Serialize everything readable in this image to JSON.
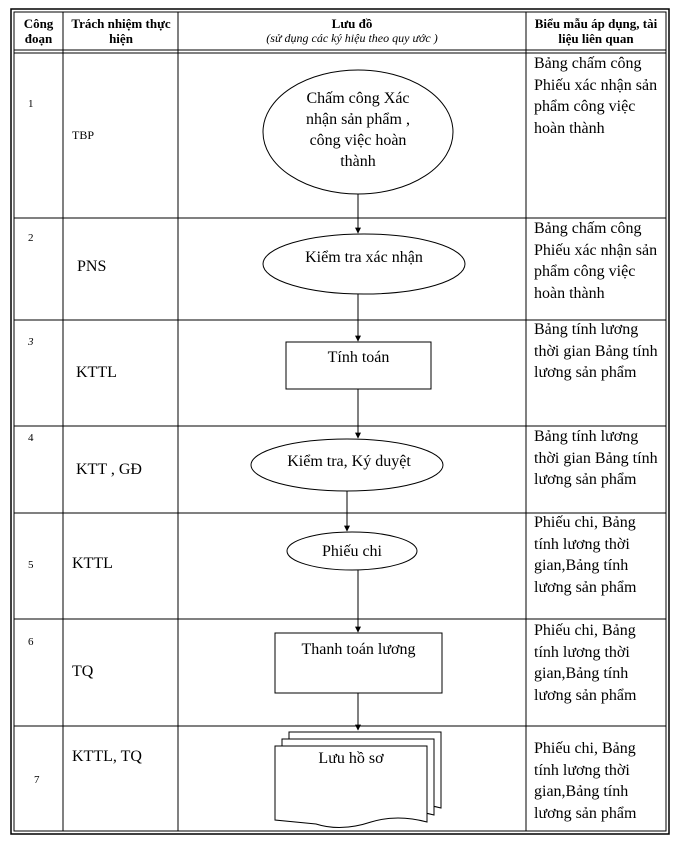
{
  "header": {
    "col1": "Công đoạn",
    "col2": "Trách nhiệm thực hiện",
    "col3_title": "Lưu đồ",
    "col3_sub": "(sử dụng các ký hiệu theo quy ước )",
    "col4": "Biểu mẫu áp dụng, tài liệu liên quan"
  },
  "rows": [
    {
      "step": "1",
      "resp": "TBP",
      "shape": "ellipse",
      "label": "Chấm công Xác nhận sản phẩm , công việc hoàn thành",
      "docs": "Bảng chấm công Phiếu xác nhận sản phẩm công việc hoàn thành"
    },
    {
      "step": "2",
      "resp": "PNS",
      "shape": "ellipse",
      "label": "Kiểm tra xác nhận",
      "docs": "Bảng chấm công Phiếu xác nhận sản phẩm công việc hoàn thành"
    },
    {
      "step": "3",
      "resp": "KTTL",
      "shape": "rect",
      "label": "Tính toán",
      "docs": "Bảng tính lương thời gian Bảng tính lương sản phẩm"
    },
    {
      "step": "4",
      "resp": "KTT , GĐ",
      "shape": "ellipse",
      "label": "Kiểm tra, Ký duyệt",
      "docs": "Bảng tính lương thời gian Bảng tính lương sản phẩm"
    },
    {
      "step": "5",
      "resp": "KTTL",
      "shape": "ellipse",
      "label": "Phiếu chi",
      "docs": "Phiếu chi, Bảng tính lương thời gian,Bảng tính lương sản phẩm"
    },
    {
      "step": "6",
      "resp": "TQ",
      "shape": "rect",
      "label": "Thanh toán lương",
      "docs": "Phiếu chi, Bảng tính lương thời gian,Bảng tính lương sản phẩm"
    },
    {
      "step": "7",
      "resp": "KTTL, TQ",
      "shape": "document",
      "label": "Lưu hồ sơ",
      "docs": "Phiếu chi, Bảng tính lương thời gian,Bảng tính lương sản phẩm"
    }
  ]
}
